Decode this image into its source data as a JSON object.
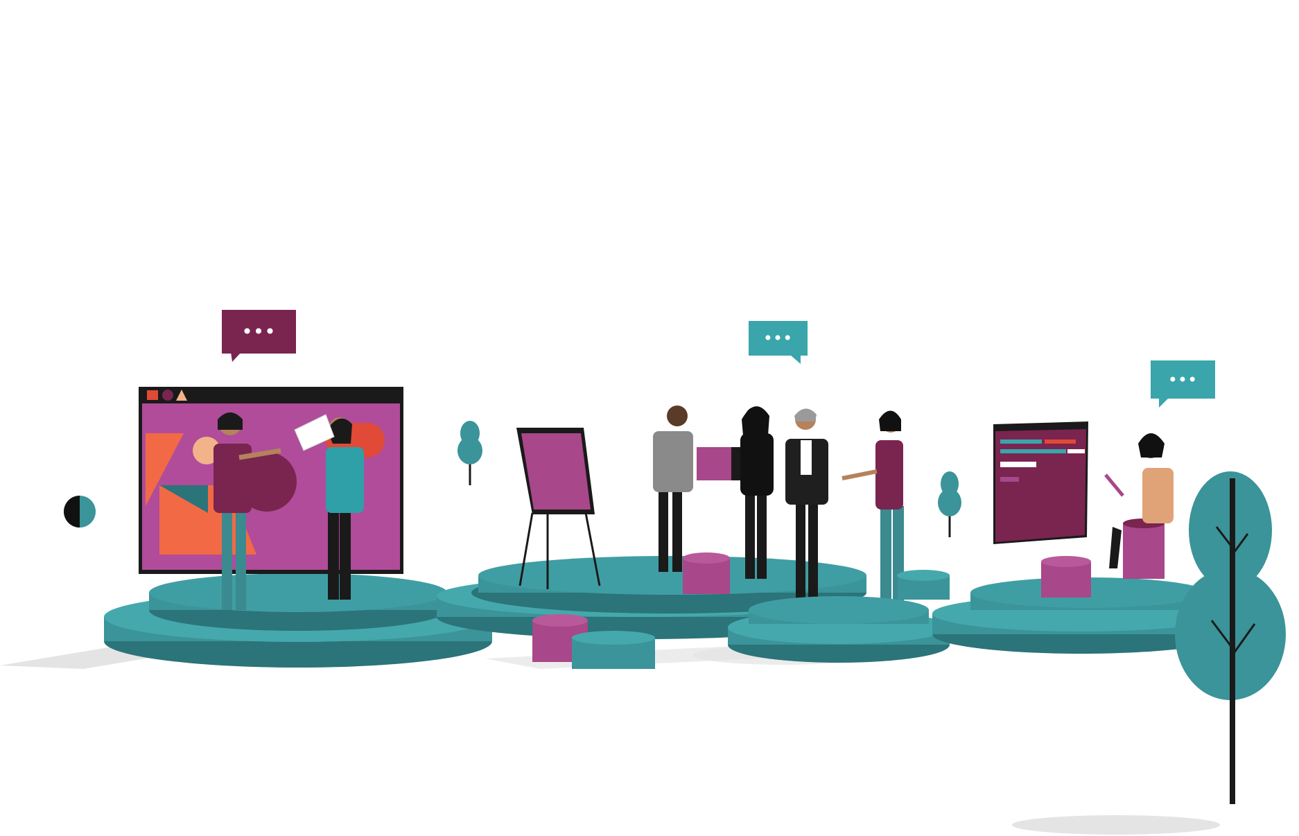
{
  "scene": {
    "colors": {
      "teal": "#3a9499",
      "teal_dark": "#2b7479",
      "teal_light": "#45a8ad",
      "plum": "#7a2450",
      "magenta": "#a8478a",
      "pink_board": "#b04c9a",
      "orange": "#f26a45",
      "red": "#e04a36",
      "peach": "#f2b38a",
      "black": "#151515",
      "shadow": "#e2e2e2"
    },
    "speech_bubbles": [
      {
        "id": "bubble-left",
        "color": "#7a2450",
        "glyph": "•••"
      },
      {
        "id": "bubble-middle",
        "color": "#3aa5ab",
        "glyph": "•••"
      },
      {
        "id": "bubble-right",
        "color": "#3aa5ab",
        "glyph": "•••"
      }
    ],
    "icons": [
      "contrast-circle-icon",
      "speech-bubble-icon",
      "tree-icon",
      "flipchart-icon",
      "browser-window-icon"
    ]
  }
}
